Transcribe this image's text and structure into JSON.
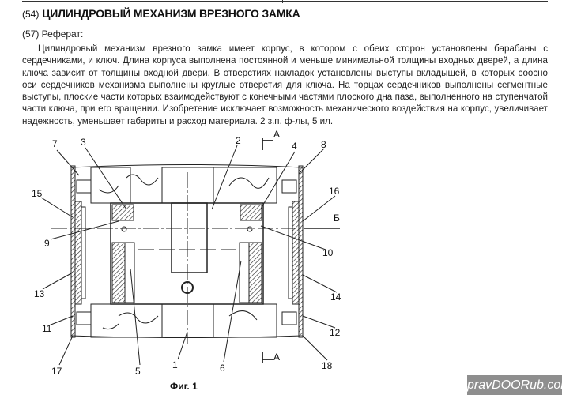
{
  "header": {
    "field_54": "(54)",
    "title": "ЦИЛИНДРОВЫЙ МЕХАНИЗМ ВРЕЗНОГО ЗАМКА",
    "field_57": "(57) Реферат:"
  },
  "abstract": "Цилиндровый механизм врезного замка имеет корпус, в котором с обеих сторон установлены барабаны с сердечниками, и ключ. Длина корпуса выполнена постоянной и меньше минимальной толщины входных дверей, а длина ключа зависит от толщины входной двери. В отверстиях накладок установлены выступы вкладышей, в которых соосно оси сердечников механизма выполнены круглые отверстия для ключа. На торцах сердечников выполнены сегментные выступы, плоские части которых взаимодействуют с конечными частями плоского дна паза, выполненного на ступенчатой части ключа, при его вращении. Изобретение исключает возможность механического воздействия на корпус, увеличивает надежность, уменьшает габариты и расход материала. 2 з.п. ф-лы, 5 ил.",
  "figure": {
    "caption": "Фиг. 1",
    "section_top": "А",
    "section_bottom": "А",
    "section_side": "Б",
    "labels": [
      "1",
      "2",
      "3",
      "4",
      "5",
      "6",
      "7",
      "8",
      "9",
      "10",
      "11",
      "12",
      "13",
      "14",
      "15",
      "16",
      "17",
      "18"
    ]
  },
  "watermark": "pravDOORub.com"
}
